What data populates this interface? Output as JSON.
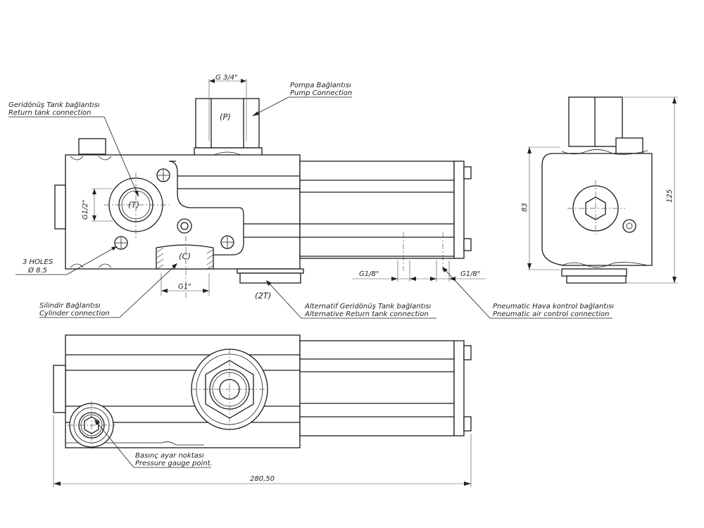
{
  "drawing": {
    "title": "Hydraulic valve block technical drawing",
    "line_color": "#1a1a1a",
    "background": "#ffffff"
  },
  "ports": {
    "pump": "(P)",
    "tank": "(T)",
    "cylinder": "(C)",
    "alt_tank": "(2T)"
  },
  "callouts": {
    "pump": {
      "tr": "Pompa Bağlantısı",
      "en": "Pump Connection"
    },
    "return_tank": {
      "tr": "Geridönüş Tank bağlantısı",
      "en": "Return tank connection"
    },
    "holes": {
      "line1": "3 HOLES",
      "line2": "Ø 8.5"
    },
    "cylinder": {
      "tr": "Silindir Bağlantısı",
      "en": "Cylinder connection"
    },
    "alt_return": {
      "tr": "Alternatif Geridönüş Tank bağlantısı",
      "en": "Alternative Return tank connection"
    },
    "pneumatic": {
      "tr": "Pneumatic Hava kontrol bağlantısı",
      "en": "Pneumatic air control connection"
    },
    "gauge": {
      "tr": "Basınç ayar noktası",
      "en": "Pressure gauge point."
    }
  },
  "dimensions": {
    "pump_thread": "G 3/4\"",
    "tank_thread": "G1/2\"",
    "cylinder_thread": "G1\"",
    "pneumatic_thread_left": "G1/8\"",
    "pneumatic_thread_right": "G1/8\"",
    "body_height": "83",
    "total_height": "125",
    "total_length": "280,50"
  }
}
